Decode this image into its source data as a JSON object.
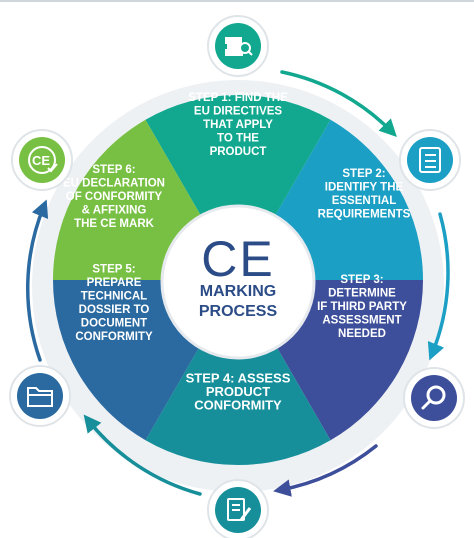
{
  "center": {
    "logo": "CE",
    "line1": "MARKING",
    "line2": "PROCESS"
  },
  "steps": [
    {
      "lines": [
        "STEP 1: FIND THE",
        "EU DIRECTIVES",
        "THAT APPLY",
        "TO THE",
        "PRODUCT"
      ],
      "color": "#12a88f",
      "icon": "books-magnifier-icon"
    },
    {
      "lines": [
        "STEP 2:",
        "IDENTIFY THE",
        "ESSENTIAL",
        "REQUIREMENTS"
      ],
      "color": "#1b9fc4",
      "icon": "checklist-icon"
    },
    {
      "lines": [
        "STEP 3:",
        "DETERMINE",
        "IF THIRD PARTY",
        "ASSESSMENT",
        "NEEDED"
      ],
      "color": "#3d4f9b",
      "icon": "magnifier-icon"
    },
    {
      "lines": [
        "STEP 4: ASSESS",
        "PRODUCT",
        "CONFORMITY"
      ],
      "color": "#168f9a",
      "icon": "document-pen-icon"
    },
    {
      "lines": [
        "STEP 5:",
        "PREPARE",
        "TECHNICAL",
        "DOSSIER TO",
        "DOCUMENT",
        "CONFORMITY"
      ],
      "color": "#2a6aa0",
      "icon": "folder-icon"
    },
    {
      "lines": [
        "STEP 6:",
        "EU DECLARATION",
        "OF CONFORMITY",
        "& AFFIXING",
        "THE CE MARK"
      ],
      "color": "#78c043",
      "icon": "ce-check-icon"
    }
  ]
}
